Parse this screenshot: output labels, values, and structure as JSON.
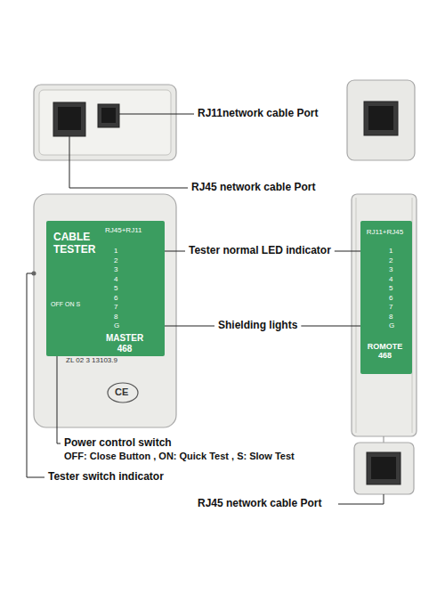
{
  "diagram": {
    "nodes": [
      {
        "text": [
          "CABLE TESTER",
          "RJ45+RJ11",
          "MASTER 468"
        ]
      },
      {
        "text": [
          "RJ11+RJ45",
          "ROMOTE 468"
        ]
      }
    ],
    "labels": [
      "RJ11network cable Port",
      "RJ45 network cable Port",
      "Tester normal LED indicator",
      "Shielding lights",
      "Power control switch",
      "OFF: Close Button , ON: Quick Test , S: Slow Test",
      "Tester switch indicator",
      "RJ45 network cable Port",
      "OFF ON S",
      "ZL 02 3 13103.9",
      "CE",
      "1",
      "2",
      "3",
      "4",
      "5",
      "6",
      "7",
      "8",
      "G",
      "1",
      "2",
      "3",
      "4",
      "5",
      "6",
      "7",
      "8",
      "G"
    ]
  }
}
